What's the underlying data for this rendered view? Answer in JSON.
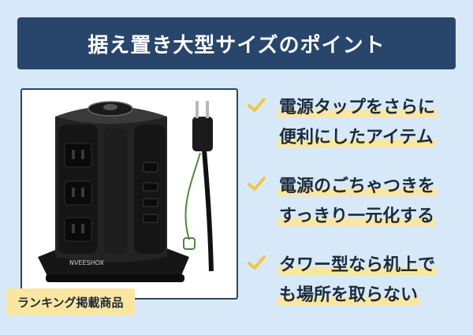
{
  "title": "据え置き大型サイズのポイント",
  "product": {
    "brand_text": "NVEESHOX",
    "badge": "ランキング掲載商品"
  },
  "points": [
    {
      "icon": "check-icon",
      "lines": [
        "電源タップをさらに",
        "便利にしたアイテム"
      ]
    },
    {
      "icon": "check-icon",
      "lines": [
        "電源のごちゃつきを",
        "すっきり一元化する"
      ]
    },
    {
      "icon": "check-icon",
      "lines": [
        "タワー型なら机上で",
        "も場所を取らない"
      ]
    }
  ],
  "colors": {
    "background": "#d7e9f9",
    "banner": "#28466b",
    "highlight": "#fbe6a1",
    "check": "#f4c542",
    "text": "#1d2a3a"
  }
}
